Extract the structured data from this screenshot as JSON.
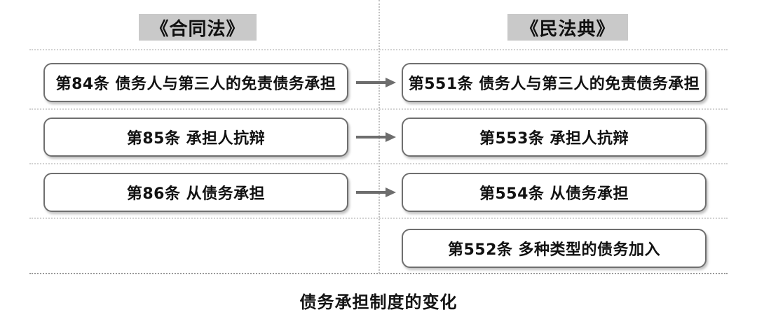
{
  "figure": {
    "caption": "债务承担制度的变化"
  },
  "columns": {
    "left": {
      "header": "《合同法》"
    },
    "right": {
      "header": "《民法典》"
    }
  },
  "rows": [
    {
      "left": "第84条 债务人与第三人的免责债务承担",
      "right": "第551条 债务人与第三人的免责债务承担",
      "arrow": true
    },
    {
      "left": "第85条 承担人抗辩",
      "right": "第553条 承担人抗辩",
      "arrow": true
    },
    {
      "left": "第86条 从债务承担",
      "right": "第554条 从债务承担",
      "arrow": true
    },
    {
      "left": "",
      "right": "第552条 多种类型的债务加入",
      "arrow": false
    }
  ],
  "style": {
    "header_badge_bg": "#c9c9c9",
    "node_border": "#6f6f6f",
    "arrow_color": "#6d6d6d",
    "rule_color": "#d2d2d2",
    "divider_color": "#c2c2c2",
    "text_color": "#111111",
    "background": "#ffffff"
  }
}
